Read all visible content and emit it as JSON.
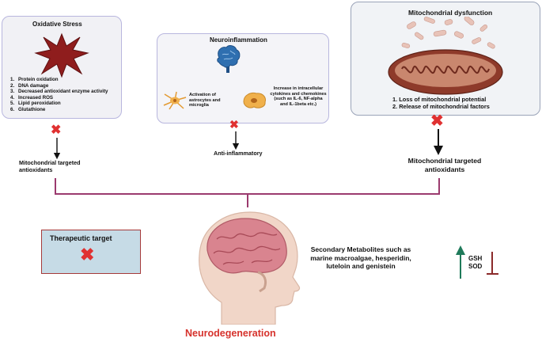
{
  "oxidative_stress": {
    "title": "Oxidative Stress",
    "items": [
      {
        "num": "1.",
        "text": "Protein oxidation"
      },
      {
        "num": "2.",
        "text": "DNA damage"
      },
      {
        "num": "3.",
        "text": "Decreased antioxidant enzyme activity"
      },
      {
        "num": "4.",
        "text": "Increased ROS"
      },
      {
        "num": "5.",
        "text": "Lipid peroxidation"
      },
      {
        "num": "6.",
        "text": "Glutathione"
      }
    ],
    "outcome": "Mitochondrial targeted antioxidants"
  },
  "neuroinflammation": {
    "title": "Neuroinflammation",
    "left_label": "Activation of astrocytes and microglia",
    "right_label": "Increase in intracellular cytokines and chemokines (such as IL-6, NF-alpha and IL-1beta etc.)",
    "outcome": "Anti-inflammatory"
  },
  "mitochondrial_dysfunction": {
    "title": "Mitochondrial dysfunction",
    "items": [
      "1. Loss of mitochondrial potential",
      "2. Release of mitochondrial factors"
    ],
    "outcome": "Mitochondrial targeted antioxidants"
  },
  "therapeutic_target": "Therapeutic target",
  "secondary_metabolites": "Secondary Metabolites such as marine macroalgae, hesperidin, luteloin and genistein",
  "markers": {
    "gsh": "GSH",
    "sod": "SOD"
  },
  "neurodegeneration": "Neurodegeneration",
  "colors": {
    "accent_red": "#d6322c",
    "bracket": "#9b3a6e",
    "up_arrow": "#1f7a5a"
  }
}
